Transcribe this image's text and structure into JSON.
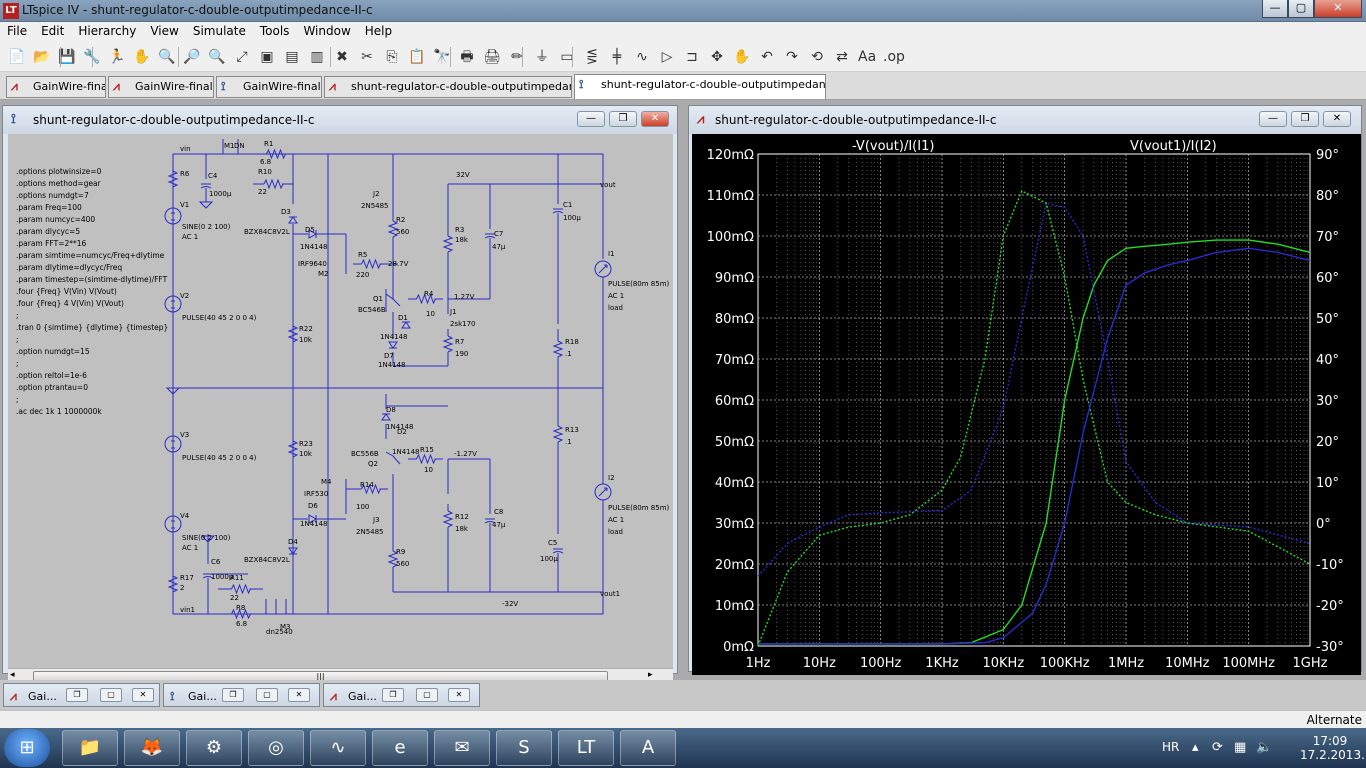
{
  "window": {
    "title": "LTspice IV - shunt-regulator-c-double-outputimpedance-II-c",
    "app_icon": "LT",
    "min_label": "—",
    "max_label": "▢",
    "close_label": "✕"
  },
  "menu": [
    "File",
    "Edit",
    "Hierarchy",
    "View",
    "Simulate",
    "Tools",
    "Window",
    "Help"
  ],
  "toolbar_icons": [
    "new-schematic",
    "open",
    "save",
    "control-panel",
    "run",
    "halt",
    "zoom-in",
    "pan",
    "zoom-out",
    "zoom-fit",
    "cascade",
    "tile-horizontal",
    "tile-vertical",
    "close-all",
    "cut",
    "copy",
    "paste",
    "find",
    "print-setup",
    "print",
    "draw-wire",
    "ground",
    "label-net",
    "resistor",
    "capacitor",
    "inductor",
    "diode",
    "component",
    "move",
    "drag",
    "undo",
    "redo",
    "rotate",
    "mirror",
    "text",
    "spice-directive"
  ],
  "toolbar_glyphs": [
    "📄",
    "📂",
    "💾",
    "🔧",
    "🏃",
    "✋",
    "🔍",
    "🔎",
    "🔍",
    "⤢",
    "▣",
    "▤",
    "▥",
    "✖",
    "✂",
    "⎘",
    "📋",
    "🔭",
    "🖶",
    "🖨",
    "✏",
    "⏚",
    "▭",
    "⋚",
    "╪",
    "∿",
    "▷",
    "⊐",
    "✥",
    "✋",
    "↶",
    "↷",
    "⟲",
    "⇄",
    "Aa",
    ".op"
  ],
  "tabs": [
    {
      "label": "GainWire-finall",
      "kind": "plot"
    },
    {
      "label": "GainWire-finall-I",
      "kind": "plot"
    },
    {
      "label": "GainWire-finall-I",
      "kind": "schematic"
    },
    {
      "label": "shunt-regulator-c-double-outputimpedance-II-c",
      "kind": "plot"
    },
    {
      "label": "shunt-regulator-c-double-outputimpedance-II-c",
      "kind": "schematic"
    }
  ],
  "schematic": {
    "title": "shunt-regulator-c-double-outputimpedance-II-c",
    "directives": [
      ".options plotwinsize=0",
      ".options method=gear",
      ".options numdgt=7",
      ".param Freq=100",
      ".param numcyc=400",
      ".param dlycyc=5",
      ".param FFT=2**16",
      ".param simtime=numcyc/Freq+dlytime",
      ".param dlytime=dlycyc/Freq",
      ".param timestep=(simtime-dlytime)/FFT",
      ".four {Freq} V(Vin) V(Vout)",
      ".four {Freq} 4 V(Vin) V(Vout)",
      ";",
      ".tran 0 {simtime} {dlytime} {timestep}",
      ";",
      ".option numdgt=15",
      ";",
      ".option reltol=1e-6",
      ".option ptrantau=0",
      ";",
      ".ac dec 1k 1 1000000k"
    ],
    "labels": {
      "vin": "vin",
      "r6": "R6",
      "v1": "V1",
      "v1_val": "SINE(0 2 100)",
      "v1_ac": "AC 1",
      "c4": "C4",
      "c4_val": "1000µ",
      "m1": "M1",
      "dn": "DN",
      "r1": "R1",
      "r1_val": "6.8",
      "r10": "R10",
      "r10_val": "22",
      "d3": "D3",
      "d3_val": "BZX84C8V2L",
      "d5": "D5",
      "d5_val": "1N4148",
      "m2": "M2",
      "m2_val": "IRF9640",
      "r5": "R5",
      "r5_val": "220",
      "v_287": "28.7V",
      "j2": "J2",
      "j2_val": "2N5485",
      "r2": "R2",
      "r2_val": "560",
      "r3": "R3",
      "r3_val": "18k",
      "c7": "C7",
      "c7_val": "47µ",
      "v32": "32V",
      "vout": "vout",
      "c1": "C1",
      "c1_val": "100µ",
      "i1": "I1",
      "i1_val": "PULSE(80m 85m)",
      "i1_ac": "AC 1",
      "i1_load": "load",
      "q1": "Q1",
      "q1_val": "BC546B",
      "d1": "D1",
      "d1_val": "1N4148",
      "r4": "R4",
      "r4_val": "10",
      "v127": "1.27V",
      "j1": "J1",
      "j1_val": "2sk170",
      "r7": "R7",
      "r7_val": "190",
      "d7": "D7",
      "d7_val": "1N4148",
      "r18": "R18",
      "r18_val": ".1",
      "v2": "V2",
      "v2_val": "PULSE(40 45 2 0 0 4)",
      "r22": "R22",
      "r22_val": "10k",
      "v3": "V3",
      "v3_val": "PULSE(40 45 2 0 0 4)",
      "r23": "R23",
      "r23_val": "10k",
      "d8": "D8",
      "d8_val": "1N4148",
      "d2": "D2",
      "d2_val": "1N4148",
      "q2": "Q2",
      "q2_val": "BC556B",
      "r15": "R15",
      "r15_val": "10",
      "vn127": "-1.27V",
      "r13": "R13",
      "r13_val": ".1",
      "m4": "M4",
      "m4_val": "IRF530",
      "r14": "R14",
      "r14_val": "100",
      "d6": "D6",
      "d6_val": "1N4148",
      "r12": "R12",
      "r12_val": "18k",
      "c8": "C8",
      "c8_val": "47µ",
      "i2": "I2",
      "i2_val": "PULSE(80m 85m)",
      "i2_ac": "AC 1",
      "i2_load": "load",
      "j3": "J3",
      "j3_val": "2N5485",
      "r9": "R9",
      "r9_val": "560",
      "c5": "C5",
      "c5_val": "100µ",
      "v4": "V4",
      "v4_val": "SINE(0 2 100)",
      "v4_ac": "AC 1",
      "c6": "C6",
      "c6_val": "1000µ",
      "d4": "D4",
      "d4_val": "BZX84C8V2L",
      "r17": "R17",
      "r17_val": "2",
      "r11": "R11",
      "r11_val": "22",
      "r8": "R8",
      "r8_val": "6.8",
      "m3": "M3",
      "m3_val": "dn2540",
      "vin1": "vin1",
      "vn32": "-32V",
      "vout1": "vout1"
    },
    "scroll_thumb": "|||"
  },
  "plot": {
    "title": "shunt-regulator-c-double-outputimpedance-II-c"
  },
  "chart_data": {
    "type": "line",
    "title": "",
    "xscale": "log",
    "xlim": [
      1,
      1000000000
    ],
    "x_ticks": [
      "1Hz",
      "10Hz",
      "100Hz",
      "1KHz",
      "10KHz",
      "100KHz",
      "1MHz",
      "10MHz",
      "100MHz",
      "1GHz"
    ],
    "ylabel": "",
    "ylim": [
      0,
      120
    ],
    "y_unit": "mΩ",
    "y_ticks": [
      "0mΩ",
      "10mΩ",
      "20mΩ",
      "30mΩ",
      "40mΩ",
      "50mΩ",
      "60mΩ",
      "70mΩ",
      "80mΩ",
      "90mΩ",
      "100mΩ",
      "110mΩ",
      "120mΩ"
    ],
    "y2lim": [
      -30,
      90
    ],
    "y2_ticks": [
      "-30°",
      "-20°",
      "-10°",
      "0°",
      "10°",
      "20°",
      "30°",
      "40°",
      "50°",
      "60°",
      "70°",
      "80°",
      "90°"
    ],
    "grid": true,
    "background": "#000000",
    "series": [
      {
        "name": "-V(vout)/I(I1)",
        "color": "#22dd22",
        "kind": "magnitude",
        "x": [
          1,
          10,
          100,
          1000,
          3000,
          10000,
          20000,
          50000,
          100000,
          200000,
          300000,
          500000,
          1000000,
          2000000,
          5000000,
          10000000,
          30000000,
          100000000,
          300000000,
          1000000000
        ],
        "y": [
          0.5,
          0.5,
          0.5,
          0.5,
          0.8,
          4,
          10,
          30,
          60,
          80,
          88,
          94,
          97,
          97.5,
          98,
          98.5,
          99,
          99,
          98,
          96
        ]
      },
      {
        "name": "-V(vout)/I(I1)",
        "color": "#22dd22",
        "kind": "phase",
        "x": [
          1,
          3,
          10,
          30,
          100,
          300,
          1000,
          2000,
          5000,
          10000,
          20000,
          50000,
          100000,
          200000,
          500000,
          1000000,
          3000000,
          10000000,
          100000000,
          1000000000
        ],
        "y": [
          -30,
          -12,
          -3,
          -1,
          0,
          2,
          8,
          16,
          40,
          70,
          81,
          78,
          60,
          35,
          10,
          5,
          2,
          0,
          -2,
          -10
        ]
      },
      {
        "name": "V(vout1)/I(I2)",
        "color": "#2a2ad0",
        "kind": "magnitude",
        "x": [
          1,
          10,
          100,
          1000,
          5000,
          10000,
          30000,
          50000,
          100000,
          200000,
          500000,
          1000000,
          2000000,
          5000000,
          10000000,
          30000000,
          100000000,
          300000000,
          1000000000
        ],
        "y": [
          0.5,
          0.5,
          0.5,
          0.5,
          0.8,
          2,
          8,
          15,
          30,
          52,
          75,
          88,
          91,
          93,
          94,
          96,
          97,
          96,
          94
        ]
      },
      {
        "name": "V(vout1)/I(I2)",
        "color": "#2a2ad0",
        "kind": "phase",
        "x": [
          1,
          3,
          10,
          30,
          100,
          1000,
          3000,
          10000,
          20000,
          50000,
          100000,
          200000,
          500000,
          1000000,
          3000000,
          10000000,
          100000000,
          1000000000
        ],
        "y": [
          -13,
          -5,
          -1,
          2,
          2.5,
          3,
          8,
          28,
          50,
          78,
          77,
          70,
          40,
          15,
          5,
          0,
          -1,
          -5
        ]
      }
    ]
  },
  "mini_windows": [
    {
      "title": "Gai...",
      "icon": "plot"
    },
    {
      "title": "Gai...",
      "icon": "schematic"
    },
    {
      "title": "Gai...",
      "icon": "plot"
    }
  ],
  "status": "Alternate",
  "taskbar": {
    "apps": [
      "explorer",
      "firefox",
      "tools",
      "antivirus",
      "ltspice-oscilloscope",
      "internet-explorer",
      "mail",
      "skype",
      "ltspice",
      "adobe-reader"
    ],
    "app_glyphs": [
      "📁",
      "🦊",
      "⚙",
      "◎",
      "∿",
      "e",
      "✉",
      "S",
      "LT",
      "A"
    ],
    "lang": "HR",
    "time": "17:09",
    "date": "17.2.2013."
  }
}
